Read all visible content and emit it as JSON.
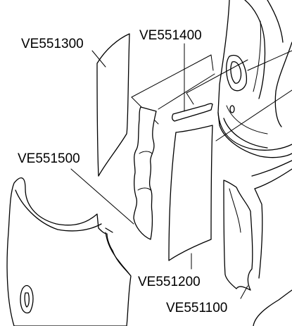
{
  "labels": {
    "ve551300": "VE551300",
    "ve551400": "VE551400",
    "ve551500": "VE551500",
    "ve551200": "VE551200",
    "ve551100": "VE551100"
  }
}
